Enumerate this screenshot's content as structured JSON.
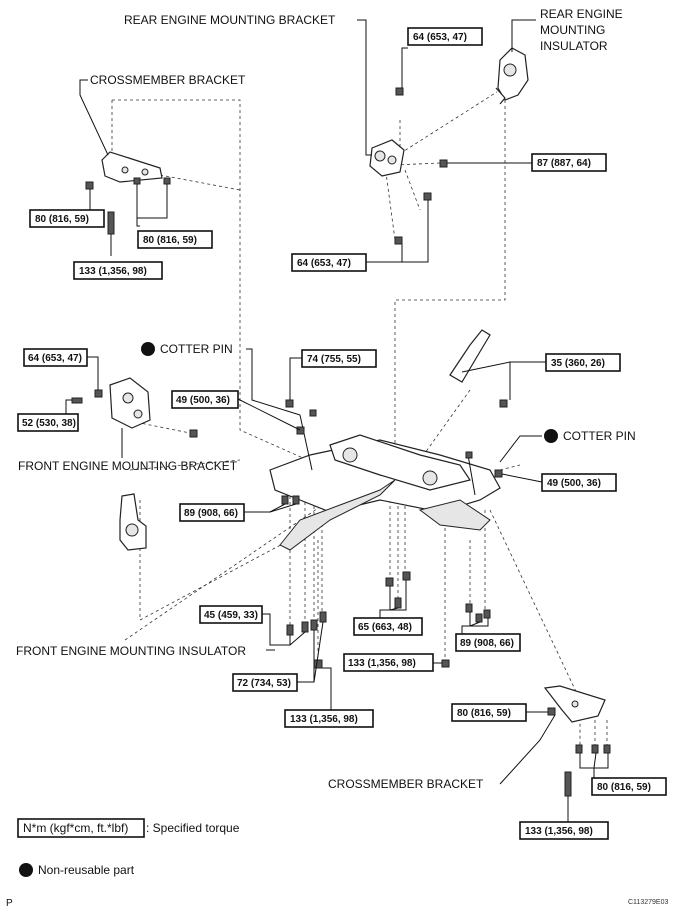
{
  "labels": {
    "rear_engine_mounting_bracket": "REAR ENGINE MOUNTING BRACKET",
    "rear_engine_mounting_insulator_1": "REAR ENGINE",
    "rear_engine_mounting_insulator_2": "MOUNTING",
    "rear_engine_mounting_insulator_3": "INSULATOR",
    "crossmember_bracket_top": "CROSSMEMBER BRACKET",
    "cotter_pin_left": "COTTER PIN",
    "cotter_pin_right": "COTTER PIN",
    "front_engine_mounting_bracket": "FRONT ENGINE MOUNTING BRACKET",
    "front_engine_mounting_insulator": "FRONT ENGINE MOUNTING INSULATOR",
    "crossmember_bracket_bottom": "CROSSMEMBER BRACKET"
  },
  "torques": {
    "t_64_a": "64 (653, 47)",
    "t_87": "87 (887, 64)",
    "t_80_a": "80 (816, 59)",
    "t_80_b": "80 (816, 59)",
    "t_133_a": "133 (1,356, 98)",
    "t_64_b": "64 (653, 47)",
    "t_64_c": "64 (653, 47)",
    "t_74": "74 (755, 55)",
    "t_35": "35 (360, 26)",
    "t_49_a": "49 (500, 36)",
    "t_52": "52 (530, 38)",
    "t_49_b": "49 (500, 36)",
    "t_89_a": "89 (908, 66)",
    "t_45": "45 (459, 33)",
    "t_65": "65 (663, 48)",
    "t_89_b": "89 (908, 66)",
    "t_133_b": "133 (1,356, 98)",
    "t_72": "72 (734, 53)",
    "t_133_c": "133 (1,356, 98)",
    "t_80_c": "80 (816, 59)",
    "t_80_d": "80 (816, 59)",
    "t_133_d": "133 (1,356, 98)"
  },
  "legend": {
    "torque_box": "N*m (kgf*cm, ft.*lbf)",
    "torque_desc": ": Specified torque",
    "non_reusable": "Non-reusable part"
  },
  "footer": {
    "left_mark": "P",
    "code": "C113279E03"
  }
}
